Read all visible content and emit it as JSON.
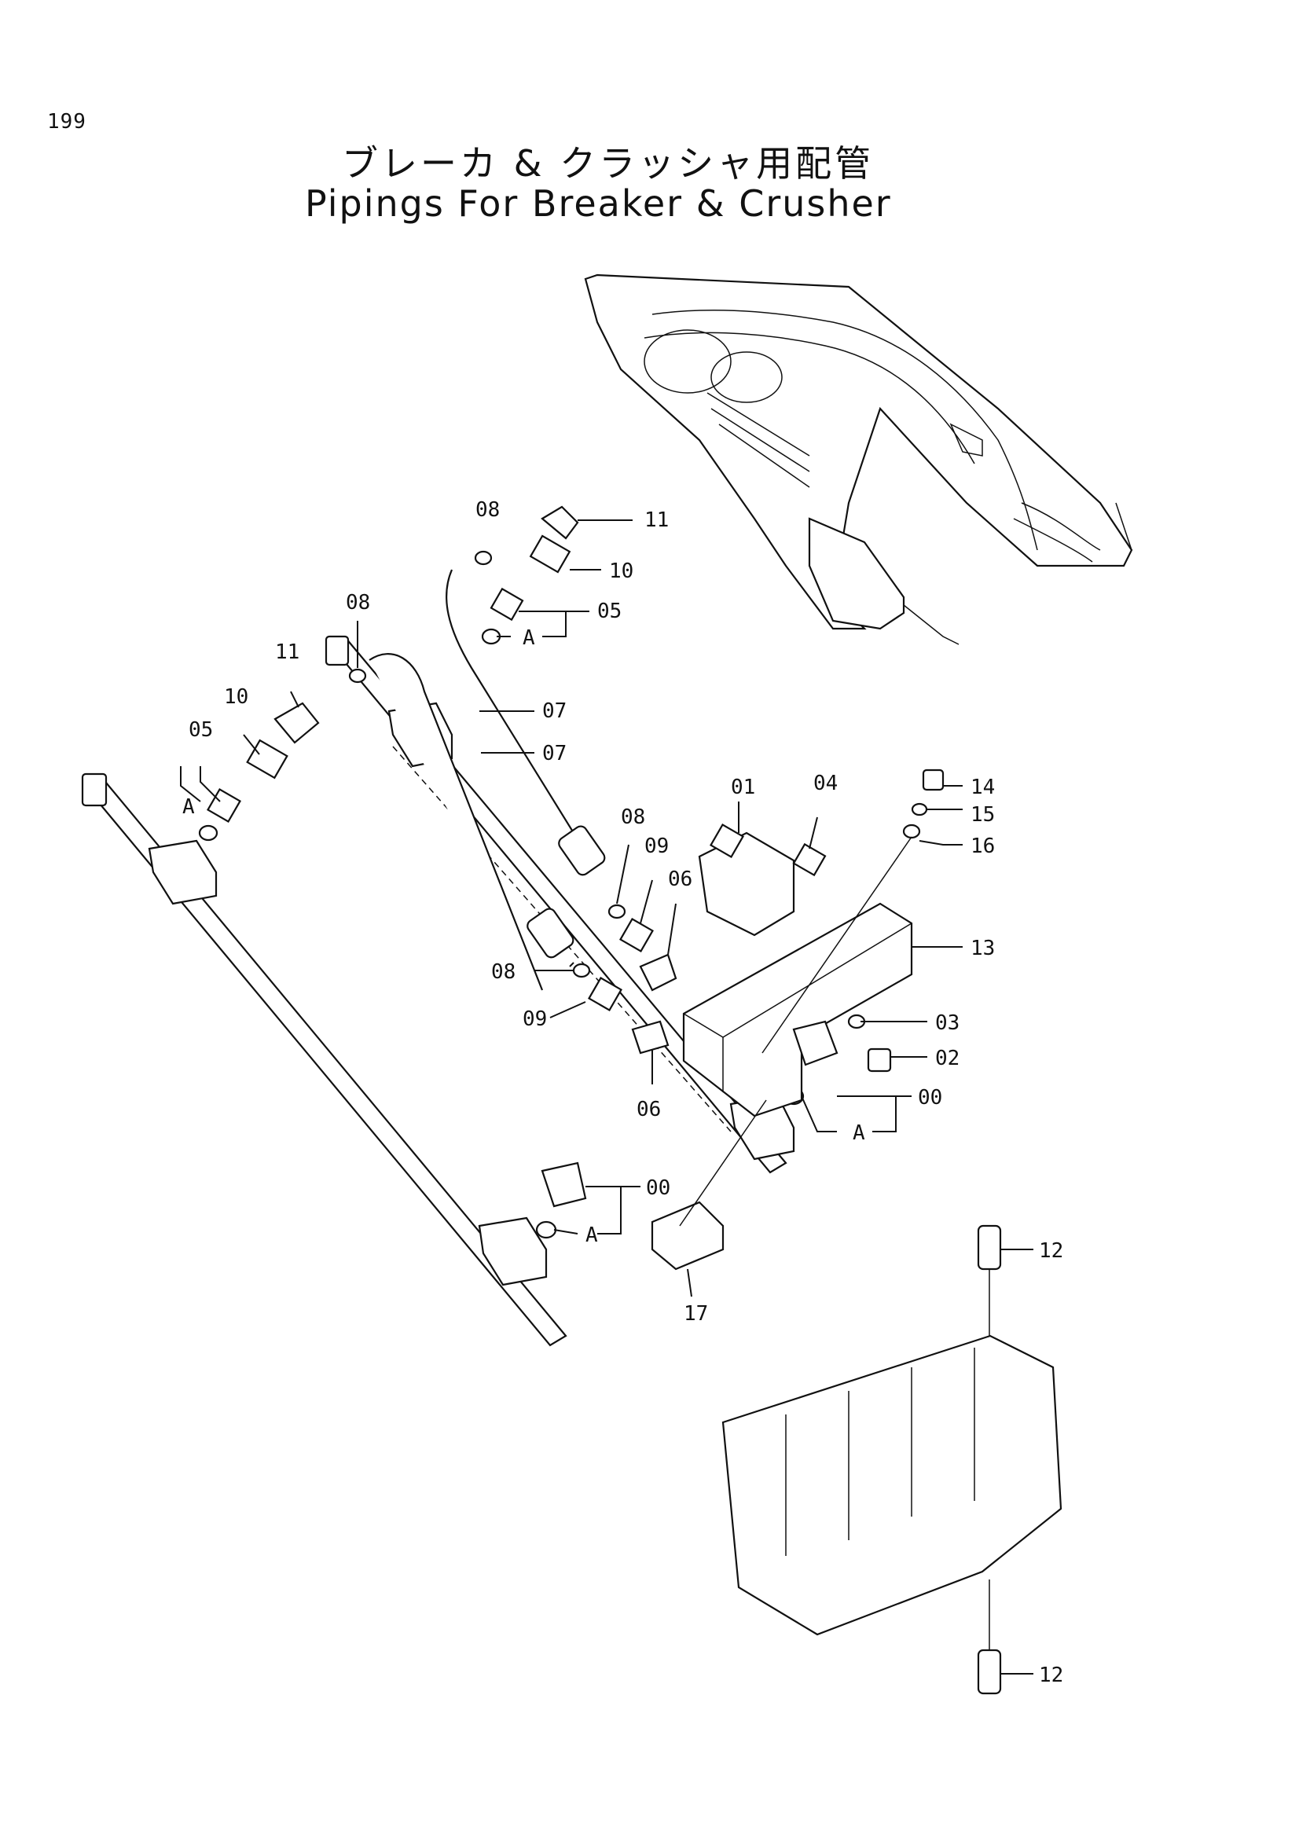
{
  "page_number": "199",
  "title_jp": "ブレーカ & クラッシャ用配管",
  "title_en": "Pipings For Breaker & Crusher",
  "labels": {
    "p00": "00",
    "p01": "01",
    "p02": "02",
    "p03": "03",
    "p04": "04",
    "p05": "05",
    "p06": "06",
    "p07": "07",
    "p08": "08",
    "p09": "09",
    "p10": "10",
    "p11": "11",
    "p12": "12",
    "p13": "13",
    "p14": "14",
    "p15": "15",
    "p16": "16",
    "p17": "17",
    "a": "A"
  }
}
